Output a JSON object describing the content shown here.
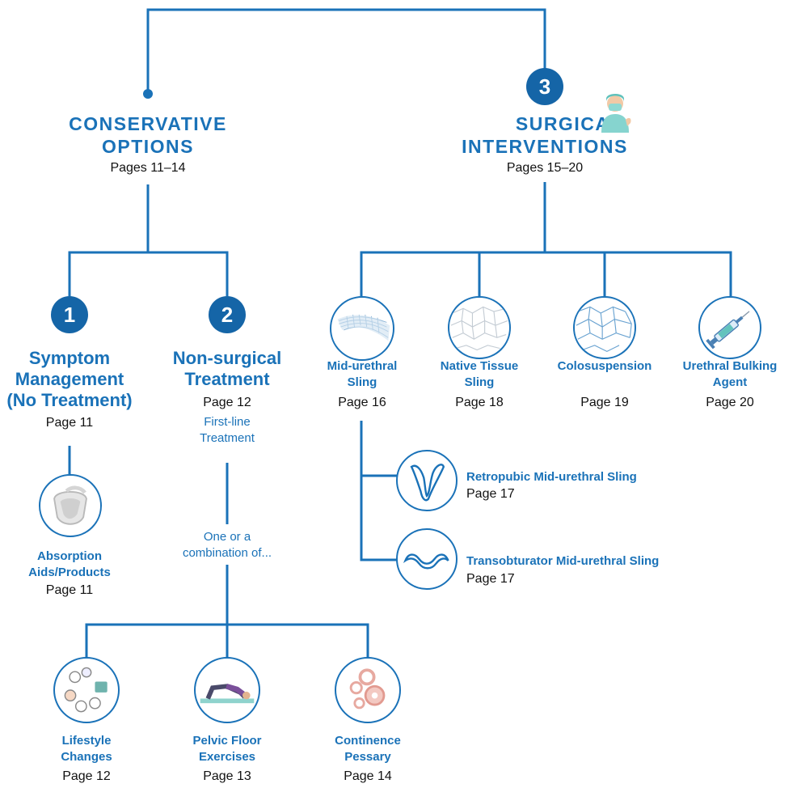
{
  "colors": {
    "accent": "#1a72b8",
    "badge": "#1565a7",
    "text": "#111111"
  },
  "conservative": {
    "title_line1": "CONSERVATIVE",
    "title_line2": "OPTIONS",
    "pages": "Pages 11–14"
  },
  "surgical": {
    "badge": "3",
    "title_line1": "SURGICAL",
    "title_line2": "INTERVENTIONS",
    "pages": "Pages 15–20",
    "icon": "surgeon-icon"
  },
  "symptom": {
    "badge": "1",
    "line1": "Symptom",
    "line2": "Management",
    "line3": "(No Treatment)",
    "page": "Page 11"
  },
  "absorption": {
    "line1": "Absorption",
    "line2": "Aids/Products",
    "page": "Page 11",
    "icon": "absorbent-pad-icon"
  },
  "nonsurgical": {
    "badge": "2",
    "line1": "Non-surgical",
    "line2": "Treatment",
    "page": "Page 12",
    "note1": "First-line",
    "note2": "Treatment",
    "combo1": "One or a",
    "combo2": "combination of..."
  },
  "lifestyle": {
    "line1": "Lifestyle",
    "line2": "Changes",
    "page": "Page 12",
    "icon": "lifestyle-icon"
  },
  "pelvic": {
    "line1": "Pelvic Floor",
    "line2": "Exercises",
    "page": "Page 13",
    "icon": "exercise-icon"
  },
  "pessary": {
    "line1": "Continence",
    "line2": "Pessary",
    "page": "Page 14",
    "icon": "pessary-icon"
  },
  "midurethral": {
    "line1": "Mid-urethral",
    "line2": "Sling",
    "page": "Page 16",
    "icon": "mesh-sling-icon"
  },
  "native": {
    "line1": "Native Tissue",
    "line2": "Sling",
    "page": "Page 18",
    "icon": "tissue-icon"
  },
  "colo": {
    "line1": "Colosuspension",
    "page": "Page 19",
    "icon": "tissue-network-icon"
  },
  "bulking": {
    "line1": "Urethral Bulking",
    "line2": "Agent",
    "page": "Page 20",
    "icon": "syringe-icon"
  },
  "retropubic": {
    "label": "Retropubic Mid-urethral Sling",
    "page": "Page 17",
    "icon": "retropubic-sling-icon"
  },
  "transobturator": {
    "label": "Transobturator Mid-urethral Sling",
    "page": "Page 17",
    "icon": "transobturator-sling-icon"
  }
}
